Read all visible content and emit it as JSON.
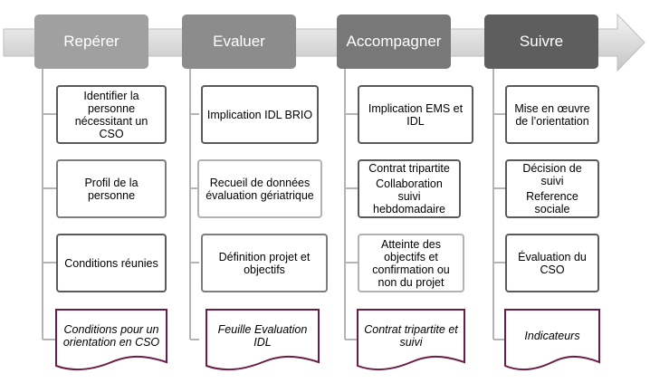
{
  "columns": [
    {
      "header": "Repérer",
      "items": [
        "Identifier la personne nécessitant un CSO",
        "Profil de la personne",
        "Conditions réunies"
      ],
      "document": "Conditions pour un orientation en CSO"
    },
    {
      "header": "Evaluer",
      "items": [
        "Implication IDL BRIO",
        "Recueil de données évaluation gériatrique",
        "Définition projet et objectifs"
      ],
      "document": "Feuille Evaluation IDL"
    },
    {
      "header": "Accompagner",
      "items": [
        "Implication EMS et IDL",
        [
          "Contrat tripartite",
          "Collaboration suivi hebdomadaire"
        ],
        "Atteinte des objectifs  et confirmation ou non du projet"
      ],
      "document": "Contrat tripartite et suivi"
    },
    {
      "header": "Suivre",
      "items": [
        "Mise en œuvre de l’orientation",
        [
          "Décision de suivi",
          "Reference sociale"
        ],
        "Évaluation du CSO"
      ],
      "document": "Indicateurs"
    }
  ],
  "colors": {
    "header_1": "#a0a0a0",
    "header_2": "#8c8c8c",
    "header_3": "#787878",
    "header_4": "#5e5e5e",
    "connector": "#b4b4b4",
    "document_border": "#6b1d45"
  }
}
